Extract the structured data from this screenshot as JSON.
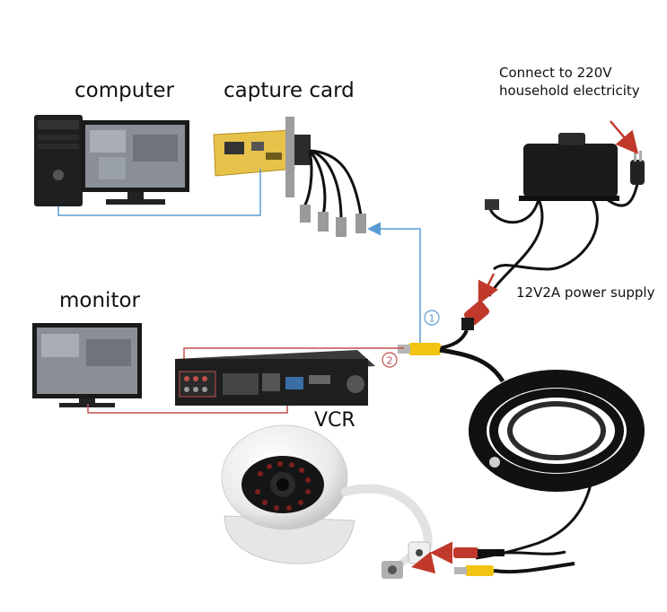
{
  "labels": {
    "computer": "computer",
    "capture_card": "capture card",
    "monitor": "monitor",
    "vcr": "VCR",
    "connect_line1": "Connect to 220V",
    "connect_line2": "household electricity",
    "power_supply": "12V2A power supply"
  },
  "markers": {
    "one": "1",
    "two": "2"
  },
  "colors": {
    "route_1": "#5b9bd5",
    "route_2": "#c0504d",
    "arrow": "#c0392b",
    "capture_card": "#e7c24a"
  }
}
